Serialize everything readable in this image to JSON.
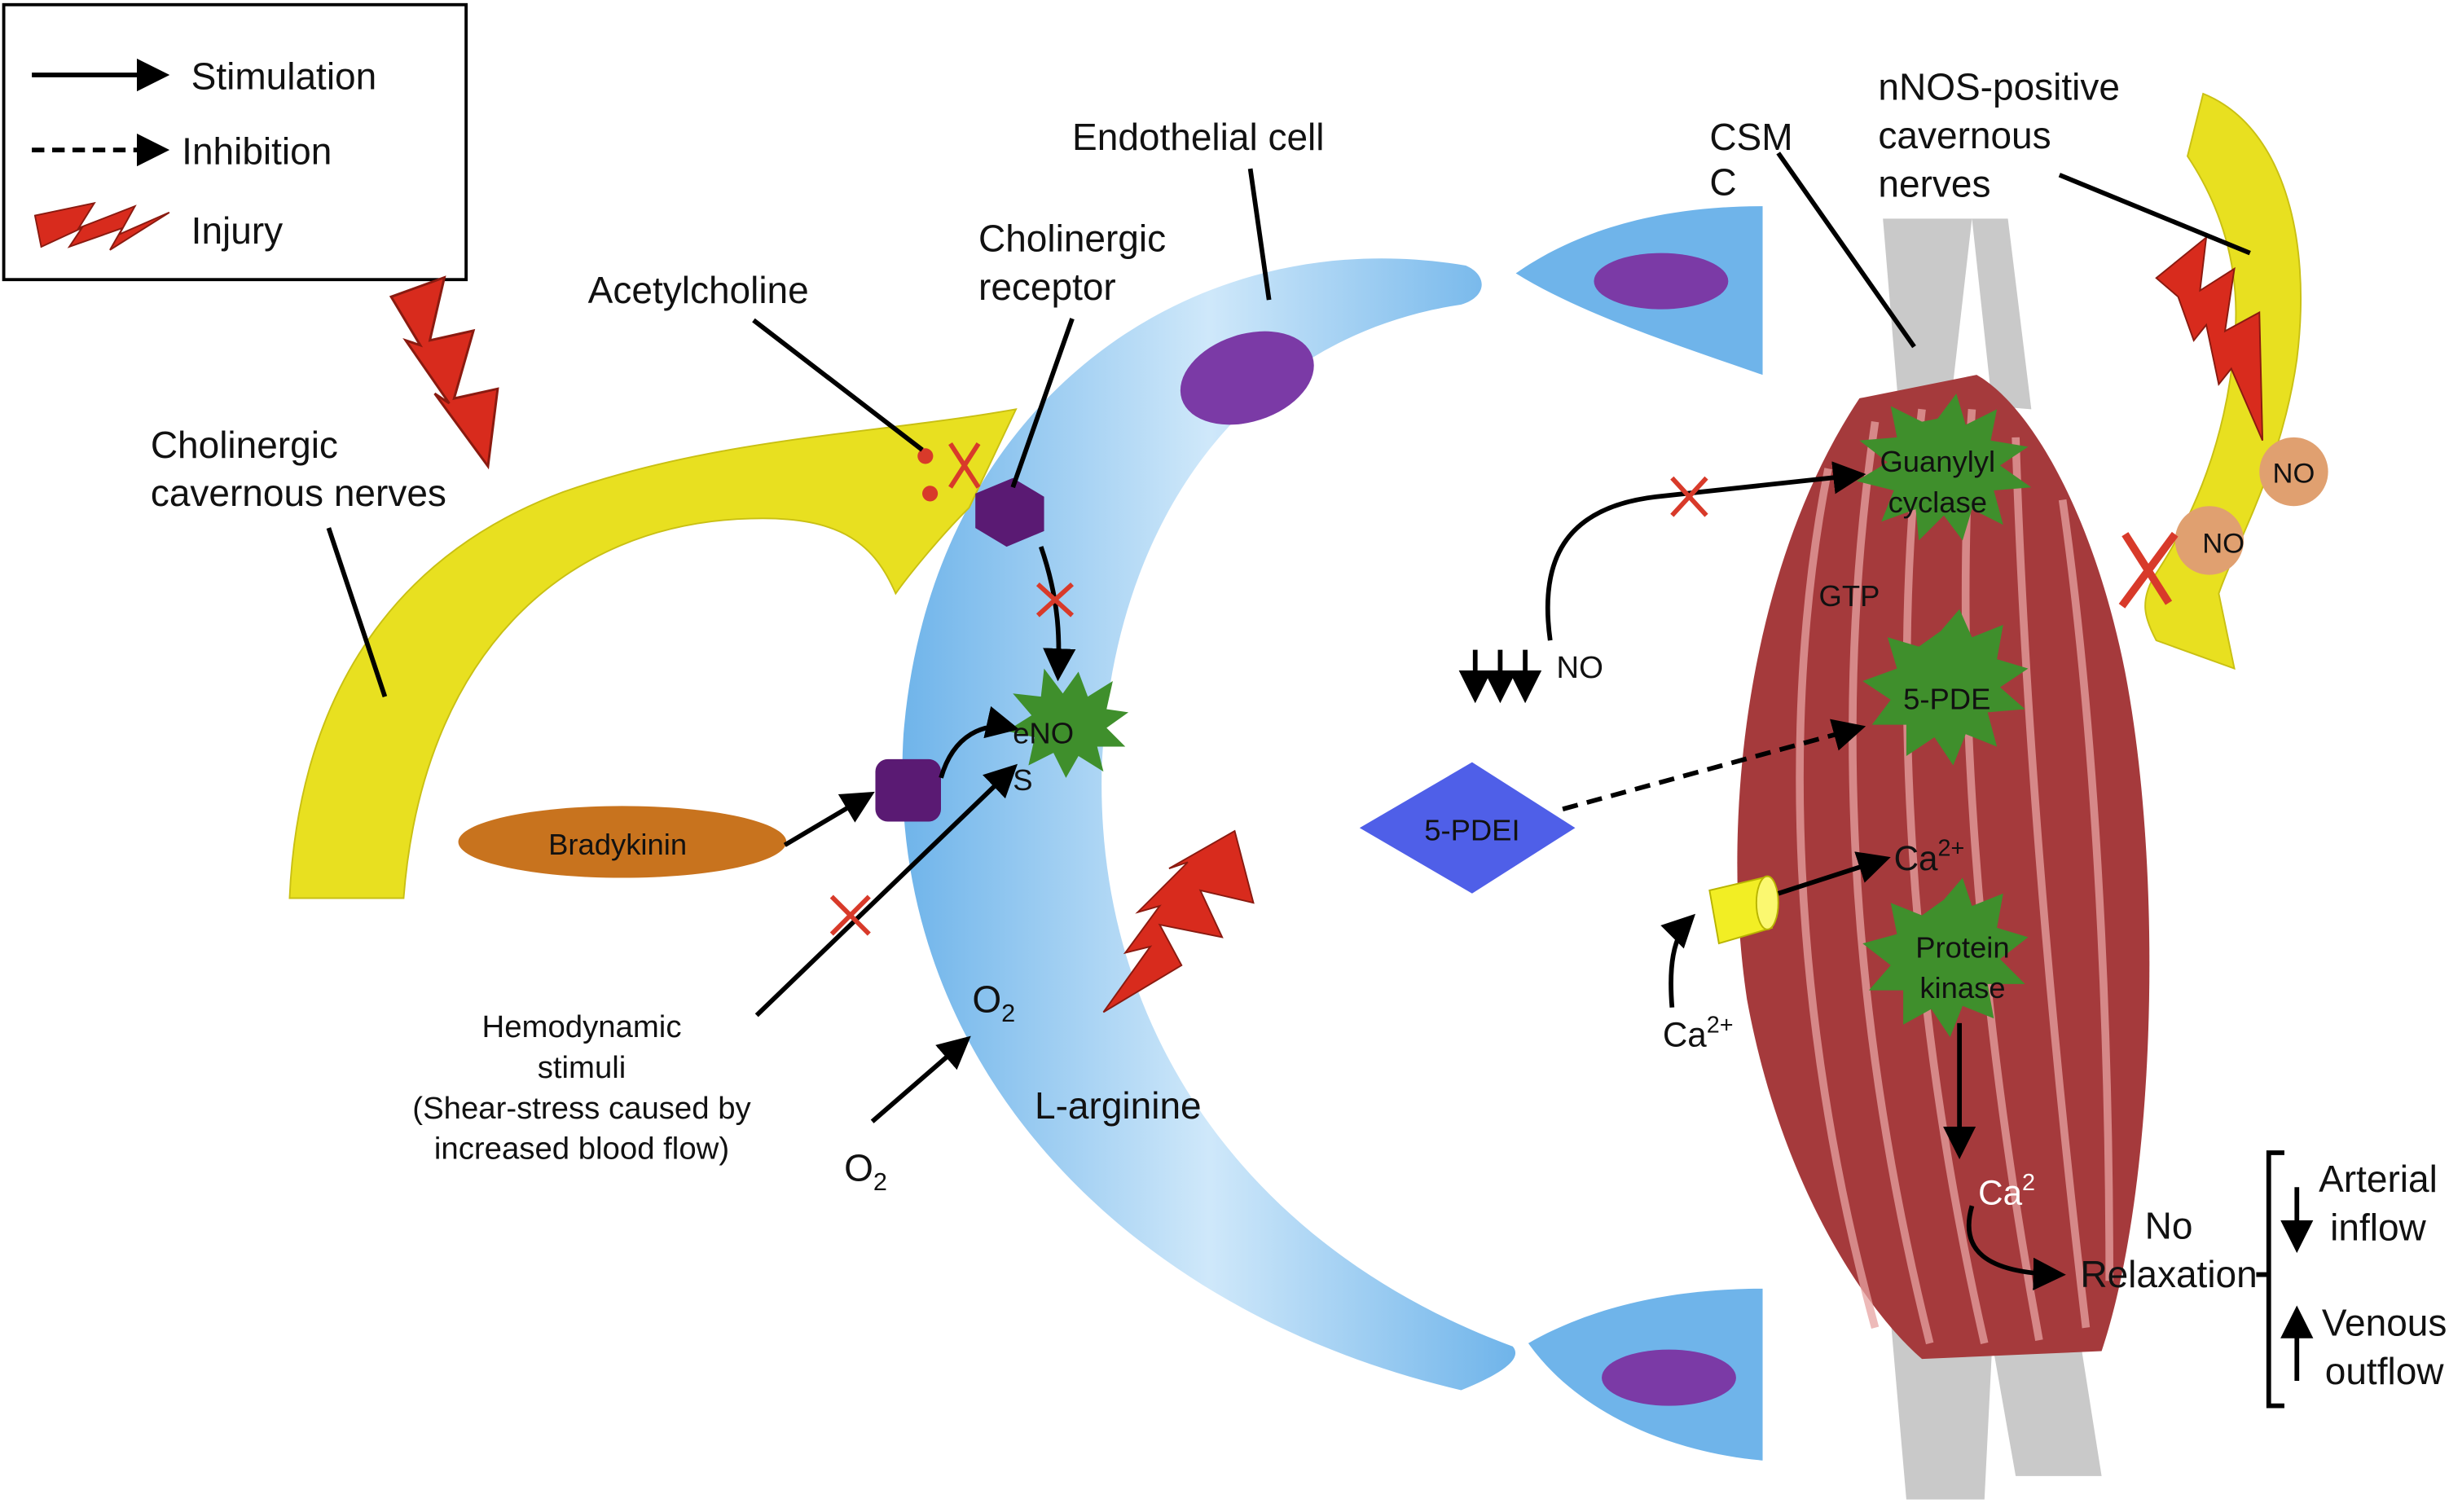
{
  "legend": {
    "stimulation": "Stimulation",
    "inhibition": "Inhibition",
    "injury": "Injury"
  },
  "labels": {
    "endothelial_cell": "Endothelial cell",
    "csm_line1": "CSM",
    "csm_line2": "C",
    "nnos_line1": "nNOS-positive",
    "nnos_line2": "cavernous",
    "nnos_line3": "nerves",
    "cholinergic_receptor_line1": "Cholinergic",
    "cholinergic_receptor_line2": "receptor",
    "acetylcholine": "Acetylcholine",
    "cholinergic_nerves_line1": "Cholinergic",
    "cholinergic_nerves_line2": "cavernous nerves",
    "bradykinin": "Bradykinin",
    "enos_line1": "eNO",
    "enos_line2": "S",
    "hemo_line1": "Hemodynamic",
    "hemo_line2": "stimuli",
    "hemo_line3": "(Shear-stress caused by",
    "hemo_line4": "increased blood flow)",
    "o2_inner_base": "O",
    "o2_inner_sub": "2",
    "o2_outer_base": "O",
    "o2_outer_sub": "2",
    "l_arginine": "L-arginine",
    "no_low": "NO",
    "pde_inhibitor": "5-PDEI",
    "guanylyl_line1": "Guanylyl",
    "guanylyl_line2": "cyclase",
    "gtp": "GTP",
    "pde5": "5-PDE",
    "ca_in_base": "Ca",
    "ca_in_sup": "2+",
    "ca_out_base": "Ca",
    "ca_out_sup": "2+",
    "protein_kinase_line1": "Protein",
    "protein_kinase_line2": "kinase",
    "ca_low_base": "Ca",
    "ca_low_sup": "2",
    "no_top": "NO",
    "no_bottom": "NO",
    "no_relax_line1": "No",
    "no_relax_line2": "Relaxation",
    "arterial_line1": "Arterial",
    "arterial_line2": "inflow",
    "venous_line1": "Venous",
    "venous_line2": "outflow"
  },
  "colors": {
    "endothelium": "#6fb4ea",
    "endothelium_light": "#c6e3f8",
    "nucleus": "#7b3aa6",
    "nerve_yellow": "#e8e020",
    "muscle_red": "#a53a3c",
    "muscle_light": "#e7a3a2",
    "tendon_gray": "#c9c9c9",
    "enzyme_green": "#3f8f2c",
    "receptor_purple": "#5a1a73",
    "bradykinin_orange": "#c8731e",
    "pdei_blue": "#4f5fe8",
    "no_orange": "#e0a070",
    "injury_red": "#d82b1d",
    "cross_red": "#d83a2a"
  }
}
